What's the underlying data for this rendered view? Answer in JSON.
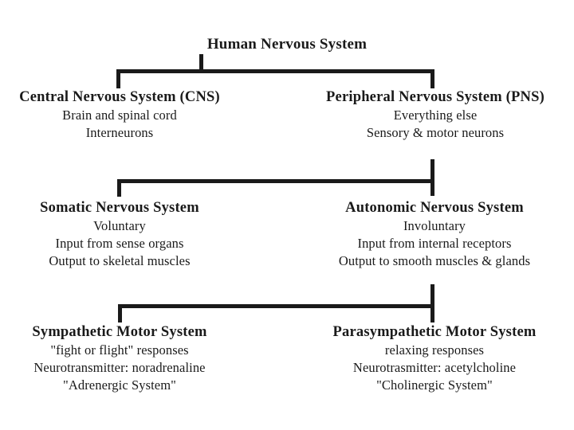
{
  "diagram": {
    "type": "hierarchy-tree",
    "background_color": "#ffffff",
    "line_color": "#1a1a1a",
    "text_color": "#1a1a1a",
    "root": {
      "heading": "Human Nervous System"
    },
    "level2": [
      {
        "heading": "Central Nervous System (CNS)",
        "details": [
          "Brain and spinal cord",
          "Interneurons"
        ]
      },
      {
        "heading": "Peripheral Nervous System (PNS)",
        "details": [
          "Everything else",
          "Sensory & motor neurons"
        ]
      }
    ],
    "level3": [
      {
        "heading": "Somatic Nervous System",
        "details": [
          "Voluntary",
          "Input from sense organs",
          "Output to skeletal muscles"
        ]
      },
      {
        "heading": "Autonomic Nervous System",
        "details": [
          "Involuntary",
          "Input from internal receptors",
          "Output to smooth muscles & glands"
        ]
      }
    ],
    "level4": [
      {
        "heading": "Sympathetic Motor System",
        "details": [
          "\"fight or flight\" responses",
          "Neurotransmitter: noradrenaline",
          "\"Adrenergic System\""
        ]
      },
      {
        "heading": "Parasympathetic Motor System",
        "details": [
          "relaxing responses",
          "Neurotrasmitter: acetylcholine",
          "\"Cholinergic System\""
        ]
      }
    ]
  }
}
